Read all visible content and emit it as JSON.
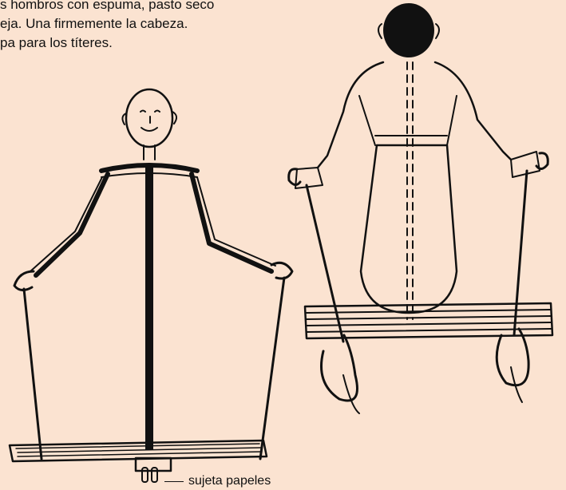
{
  "text_lines": [
    "s hombros con espuma, pasto seco",
    "eja. Una firmemente la cabeza.",
    "pa para los títeres."
  ],
  "caption": "sujeta papeles",
  "colors": {
    "background": "#fbe3d1",
    "ink": "#111111"
  }
}
